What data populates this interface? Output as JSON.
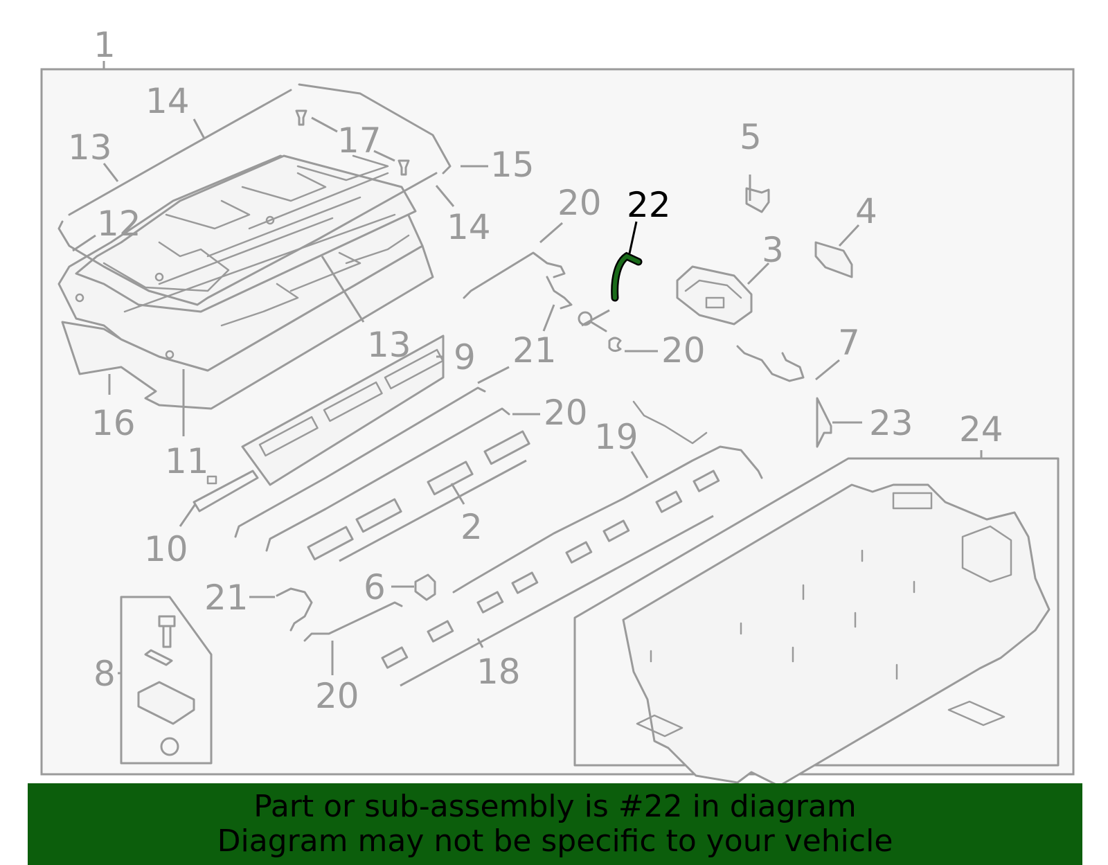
{
  "callouts": {
    "c1": "1",
    "c2": "2",
    "c3": "3",
    "c4": "4",
    "c5": "5",
    "c6": "6",
    "c7": "7",
    "c8": "8",
    "c9": "9",
    "c10": "10",
    "c11": "11",
    "c12": "12",
    "c13a": "13",
    "c13b": "13",
    "c14a": "14",
    "c14b": "14",
    "c15": "15",
    "c16": "16",
    "c17": "17",
    "c18": "18",
    "c19": "19",
    "c20a": "20",
    "c20b": "20",
    "c20c": "20",
    "c20d": "20",
    "c21a": "21",
    "c21b": "21",
    "c22": "22",
    "c23": "23",
    "c24": "24"
  },
  "highlight": {
    "part": "22",
    "color": "#1a6b1a"
  },
  "banner": {
    "line1": "Part or sub-assembly is #22 in diagram",
    "line2": "Diagram may not be specific to your vehicle",
    "background": "#0c5e0c"
  }
}
